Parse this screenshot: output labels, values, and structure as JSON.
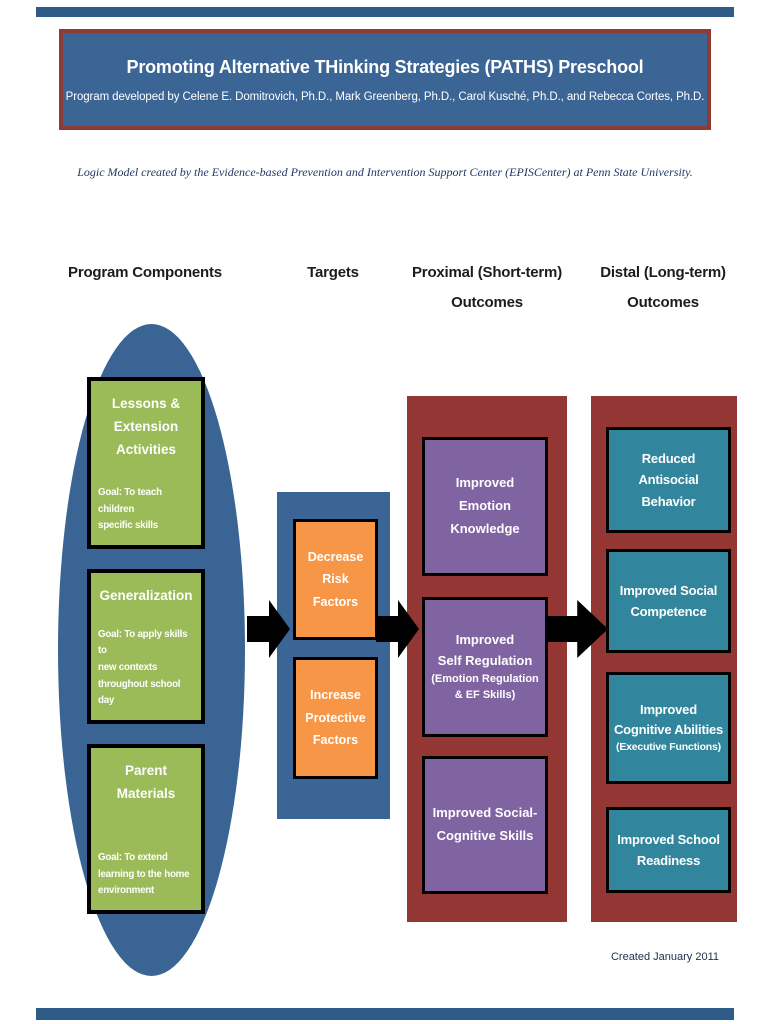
{
  "header": {
    "title": "Promoting Alternative THinking Strategies (PATHS) Preschool",
    "subtitle": "Program developed by Celene E. Domitrovich, Ph.D., Mark Greenberg, Ph.D., Carol Kusché, Ph.D., and Rebecca Cortes, Ph.D."
  },
  "credit_line": "Logic Model created by the Evidence-based Prevention and Intervention Support Center (EPISCenter) at Penn State University.",
  "column_headers": {
    "program_components": "Program Components",
    "targets": "Targets",
    "proximal": "Proximal (Short-term)\nOutcomes",
    "distal": "Distal (Long-term)\nOutcomes"
  },
  "program_components": {
    "boxes": [
      {
        "title": "Lessons &\nExtension\nActivities",
        "goal": "Goal:  To teach children\nspecific skills"
      },
      {
        "title": "Generalization",
        "goal": "Goal:  To apply skills to\nnew contexts\nthroughout school day"
      },
      {
        "title": "Parent\nMaterials",
        "goal": "Goal:  To extend\nlearning to the home\nenvironment"
      }
    ]
  },
  "targets": {
    "boxes": [
      {
        "label": "Decrease\nRisk\nFactors"
      },
      {
        "label": "Increase\nProtective\nFactors"
      }
    ]
  },
  "proximal_outcomes": {
    "boxes": [
      {
        "label": "Improved\nEmotion\nKnowledge"
      },
      {
        "label": "Improved\nSelf Regulation",
        "sublabel": "(Emotion Regulation\n& EF Skills)"
      },
      {
        "label": "Improved Social-\nCognitive Skills"
      }
    ]
  },
  "distal_outcomes": {
    "boxes": [
      {
        "label": "Reduced\nAntisocial\nBehavior"
      },
      {
        "label": "Improved Social\nCompetence"
      },
      {
        "label": "Improved\nCognitive Abilities",
        "sublabel": "(Executive Functions)"
      },
      {
        "label": "Improved School\nReadiness"
      }
    ]
  },
  "footer": {
    "created": "Created January 2011"
  },
  "colors": {
    "divider_bar_blue": "#2F5B88",
    "header_blue": "#3A6595",
    "header_border_maroon": "#8E3A37",
    "ellipse_blue": "#3A6494",
    "panel_maroon": "#943634",
    "component_green": "#9BBB59",
    "target_orange": "#F79646",
    "proximal_purple": "#8064A2",
    "distal_teal": "#31859C",
    "arrow_black": "#000000",
    "box_border_black": "#000000"
  }
}
